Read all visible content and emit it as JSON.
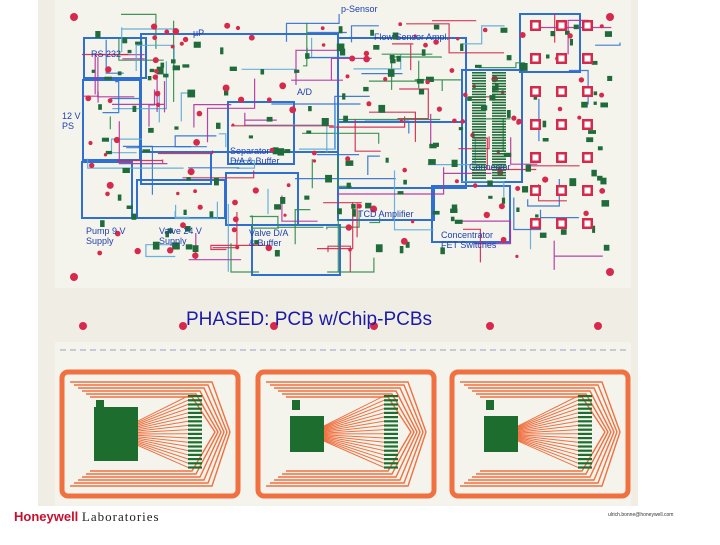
{
  "board_labels": {
    "p_sensor": "p-Sensor",
    "micro_p": "µP",
    "flow_sensor_ampl": "Flow Sensor Ampl.",
    "rs232": "RS 232",
    "ad": "A/D",
    "ps_12v": "12 V\nPS",
    "separator": "Separator\nD/A & Buffer",
    "connector": "Connector",
    "tcd_amplifier": "TCD Amplifier",
    "pump_supply": "Pump 9 V\nSupply",
    "valve_supply": "Valve 24 V\nSupply",
    "valve_da": "Valve D/A\n& Buffer",
    "concentrator": "Concentrator\nFET Switches"
  },
  "caption": "PHASED: PCB w/Chip-PCBs",
  "footer": {
    "brand": "Honeywell",
    "division": "Laboratories",
    "email": "ulrich.bonne@honeywell.com"
  },
  "colors": {
    "board_bg": "#f4f4ec",
    "outer_bg": "#f0ede4",
    "trace_blue": "#2f6fd0",
    "trace_red": "#d0264a",
    "trace_green": "#2e8a4a",
    "trace_magenta": "#b030a0",
    "pad_green": "#1f6b3a",
    "pad_red": "#d62a4c",
    "chip_trace_orange": "#f07040",
    "chip_pad_green": "#1d6e2e",
    "caption_blue": "#1a1aa8",
    "brand_red": "#c8102e"
  }
}
